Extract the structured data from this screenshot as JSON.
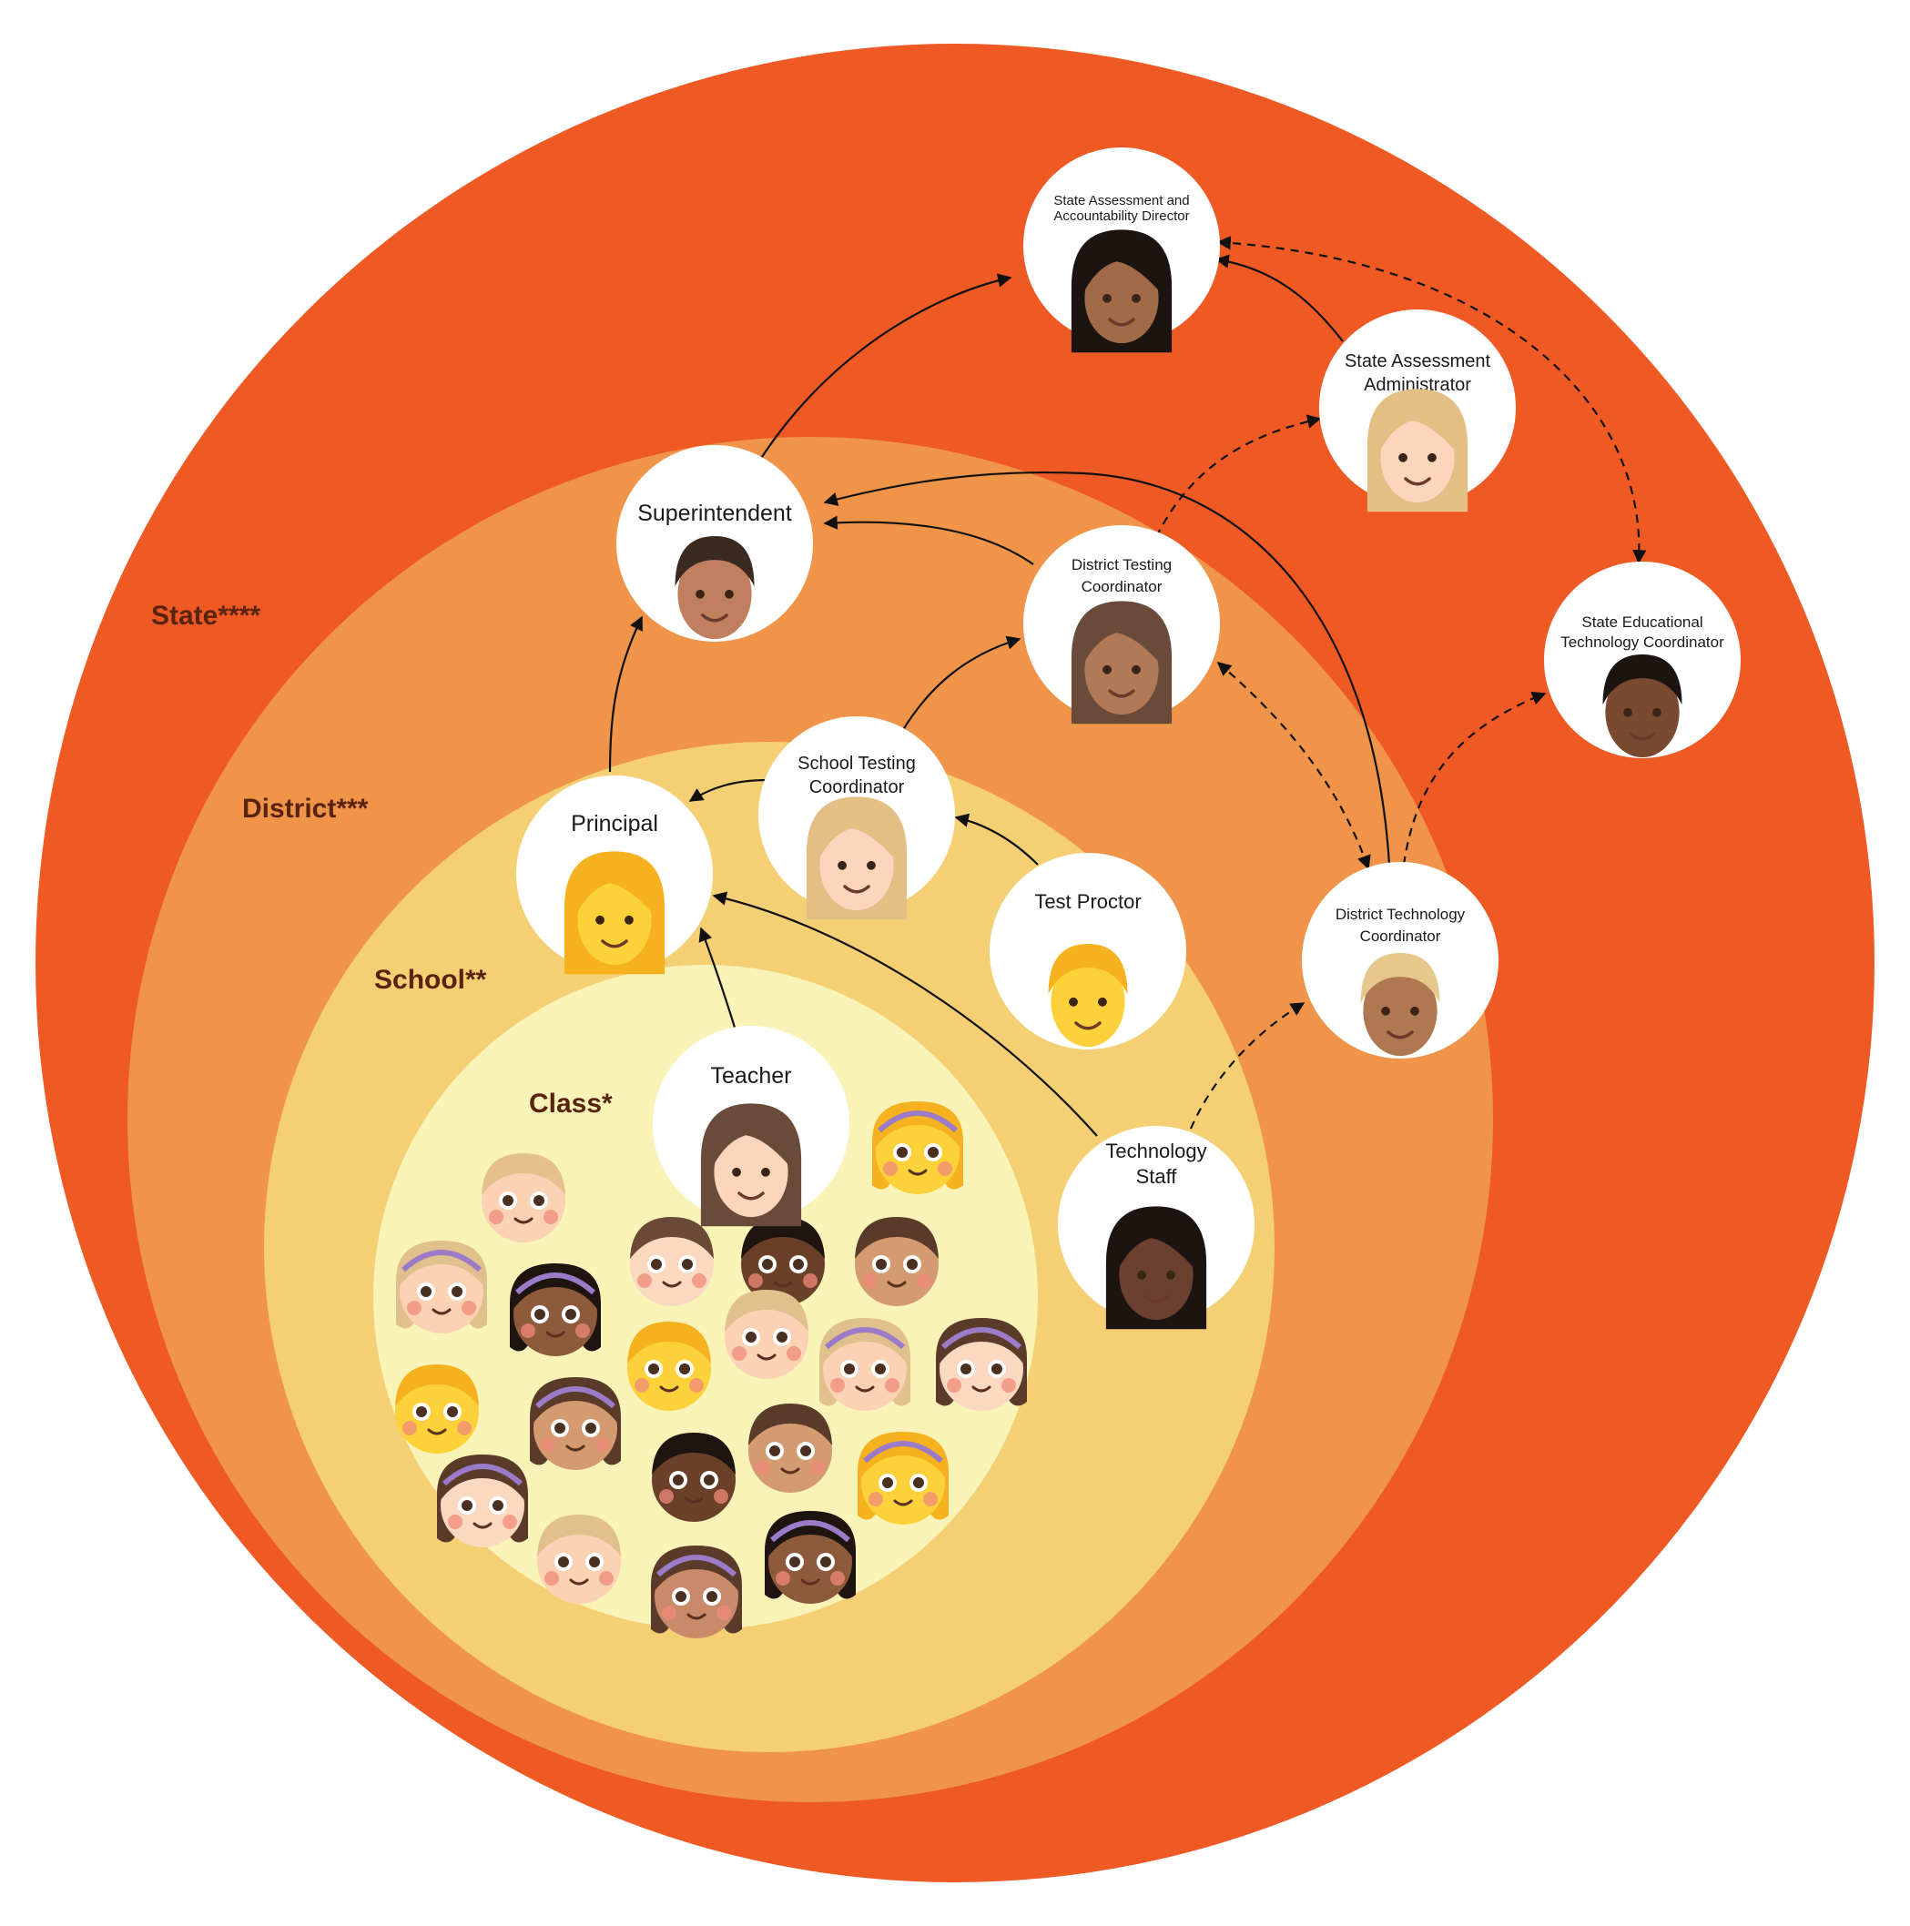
{
  "levels": {
    "state": "State****",
    "district": "District***",
    "school": "School**",
    "class": "Class*"
  },
  "colors": {
    "state": "#ef5a24",
    "district": "#f0944a",
    "school": "#f5cf73",
    "class": "#f9f3b7",
    "node": "#ffffff"
  },
  "roles": {
    "state_assessment_director": [
      "State Assessment and",
      "Accountability Director"
    ],
    "state_assessment_administrator": [
      "State Assessment",
      "Administrator"
    ],
    "state_edtech_coordinator": [
      "State Educational",
      "Technology Coordinator"
    ],
    "superintendent": [
      "Superintendent"
    ],
    "district_testing_coordinator": [
      "District Testing",
      "Coordinator"
    ],
    "district_technology_coordinator": [
      "District Technology",
      "Coordinator"
    ],
    "school_testing_coordinator": [
      "School Testing",
      "Coordinator"
    ],
    "principal": [
      "Principal"
    ],
    "test_proctor": [
      "Test Proctor"
    ],
    "technology_staff": [
      "Technology",
      "Staff"
    ],
    "teacher": [
      "Teacher"
    ]
  },
  "icons": {
    "state_assessment_director": "woman-dark-hair-face-icon",
    "state_assessment_administrator": "woman-blonde-face-icon",
    "state_edtech_coordinator": "man-dark-face-icon",
    "superintendent": "man-face-icon",
    "district_testing_coordinator": "woman-brown-hair-face-icon",
    "district_technology_coordinator": "man-blond-face-icon",
    "school_testing_coordinator": "woman-blonde-face-icon",
    "principal": "woman-yellow-face-icon",
    "test_proctor": "man-yellow-face-icon",
    "technology_staff": "woman-dark-face-icon",
    "teacher": "woman-brown-hair-face-icon",
    "students": "student-face-icon"
  },
  "relationships": [
    {
      "from": "superintendent",
      "to": "state_assessment_director",
      "style": "solid"
    },
    {
      "from": "state_assessment_administrator",
      "to": "state_assessment_director",
      "style": "solid"
    },
    {
      "from": "state_assessment_director",
      "to": "state_edtech_coordinator",
      "style": "dashed-bidirectional"
    },
    {
      "from": "district_testing_coordinator",
      "to": "state_assessment_administrator",
      "style": "dashed"
    },
    {
      "from": "district_testing_coordinator",
      "to": "superintendent",
      "style": "solid"
    },
    {
      "from": "district_technology_coordinator",
      "to": "superintendent",
      "style": "solid"
    },
    {
      "from": "district_technology_coordinator",
      "to": "district_testing_coordinator",
      "style": "dashed-bidirectional"
    },
    {
      "from": "district_technology_coordinator",
      "to": "state_edtech_coordinator",
      "style": "dashed"
    },
    {
      "from": "principal",
      "to": "superintendent",
      "style": "solid"
    },
    {
      "from": "school_testing_coordinator",
      "to": "district_testing_coordinator",
      "style": "solid"
    },
    {
      "from": "school_testing_coordinator",
      "to": "principal",
      "style": "solid"
    },
    {
      "from": "test_proctor",
      "to": "school_testing_coordinator",
      "style": "solid"
    },
    {
      "from": "technology_staff",
      "to": "principal",
      "style": "solid"
    },
    {
      "from": "technology_staff",
      "to": "district_technology_coordinator",
      "style": "dashed"
    },
    {
      "from": "teacher",
      "to": "principal",
      "style": "solid"
    }
  ]
}
